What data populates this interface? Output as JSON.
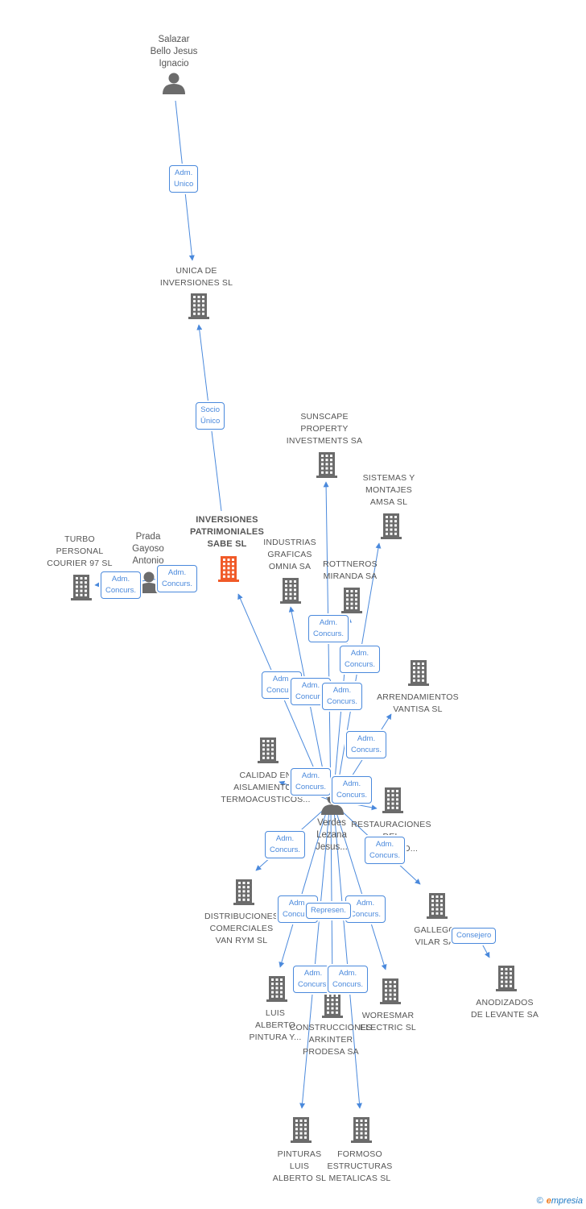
{
  "people": [
    {
      "id": "salazar",
      "label": "Salazar\nBello Jesus\nIgnacio"
    },
    {
      "id": "prada",
      "label": "Prada\nGayoso\nAntonio"
    },
    {
      "id": "verdes",
      "label": "Verdes\nLezana\nJesus..."
    }
  ],
  "companies": [
    {
      "id": "unica",
      "label": "UNICA DE\nINVERSIONES SL"
    },
    {
      "id": "inversiones",
      "label": "INVERSIONES\nPATRIMONIALES\nSABE SL",
      "focus": true
    },
    {
      "id": "turbo",
      "label": "TURBO\nPERSONAL\nCOURIER 97 SL"
    },
    {
      "id": "sunscape",
      "label": "SUNSCAPE\nPROPERTY\nINVESTMENTS SA"
    },
    {
      "id": "sistemas",
      "label": "SISTEMAS Y\nMONTAJES\nAMSA SL"
    },
    {
      "id": "industrias",
      "label": "INDUSTRIAS\nGRAFICAS\nOMNIA SA"
    },
    {
      "id": "rottneros",
      "label": "ROTTNEROS\nMIRANDA SA"
    },
    {
      "id": "arrendamientos",
      "label": "ARRENDAMIENTOS\nVANTISA SL"
    },
    {
      "id": "calidad",
      "label": "CALIDAD EN\nAISLAMIENTOS\nTERMOACUSTICOS..."
    },
    {
      "id": "restauraciones",
      "label": "RESTAURACIONES\nDEL\nNORTE DO..."
    },
    {
      "id": "distribuciones",
      "label": "DISTRIBUCIONES\nCOMERCIALES\nVAN RYM SL"
    },
    {
      "id": "gallego",
      "label": "GALLEGO\nVILAR SA"
    },
    {
      "id": "anodizados",
      "label": "ANODIZADOS\nDE LEVANTE SA"
    },
    {
      "id": "luis_pintura",
      "label": "LUIS\nALBERTO\nPINTURA Y..."
    },
    {
      "id": "construcciones",
      "label": "CONSTRUCCIONES\nARKINTER\nPRODESA SA"
    },
    {
      "id": "woresmar",
      "label": "WORESMAR\nELECTRIC SL"
    },
    {
      "id": "pinturas",
      "label": "PINTURAS\nLUIS\nALBERTO SL"
    },
    {
      "id": "formoso",
      "label": "FORMOSO\nESTRUCTURAS\nMETALICAS SL"
    }
  ],
  "edges": [
    {
      "from": "salazar",
      "to": "unica",
      "label": "Adm.\nUnico"
    },
    {
      "from": "inversiones",
      "to": "unica",
      "label": "Socio\nÚnico"
    },
    {
      "from": "prada",
      "to": "turbo",
      "label": "Adm.\nConcurs."
    },
    {
      "from": "prada",
      "to": "inversiones",
      "label": "Adm.\nConcurs."
    },
    {
      "from": "verdes",
      "to": "inversiones",
      "label": "Adm.\nConcurs."
    },
    {
      "from": "verdes",
      "to": "sunscape",
      "label": "Adm.\nConcurs."
    },
    {
      "from": "verdes",
      "to": "sistemas",
      "label": "Adm.\nConcurs."
    },
    {
      "from": "verdes",
      "to": "industrias",
      "label": "Adm.\nConcurs."
    },
    {
      "from": "verdes",
      "to": "rottneros",
      "label": "Adm.\nConcurs."
    },
    {
      "from": "verdes",
      "to": "arrendamientos",
      "label": "Adm.\nConcurs."
    },
    {
      "from": "verdes",
      "to": "calidad",
      "label": "Adm.\nConcurs."
    },
    {
      "from": "verdes",
      "to": "restauraciones",
      "label": "Adm.\nConcurs."
    },
    {
      "from": "verdes",
      "to": "distribuciones",
      "label": "Adm.\nConcurs."
    },
    {
      "from": "verdes",
      "to": "gallego",
      "label": "Adm.\nConcurs."
    },
    {
      "from": "verdes",
      "to": "luis_pintura",
      "label": "Adm.\nConcurs."
    },
    {
      "from": "verdes",
      "to": "woresmar",
      "label": "Adm.\nConcurs."
    },
    {
      "from": "verdes",
      "to": "construcciones",
      "label": "Represen."
    },
    {
      "from": "verdes",
      "to": "pinturas",
      "label": "Adm.\nConcurs."
    },
    {
      "from": "verdes",
      "to": "formoso",
      "label": "Adm.\nConcurs."
    },
    {
      "from": "gallego",
      "to": "anodizados",
      "label": "Consejero"
    }
  ],
  "colors": {
    "edge": "#4a89dc",
    "company": "#6b6b6b",
    "focus": "#f05a28",
    "person": "#6b6b6b"
  },
  "footer": {
    "copyright": "©",
    "brand_e": "e",
    "brand_rest": "mpresia"
  }
}
